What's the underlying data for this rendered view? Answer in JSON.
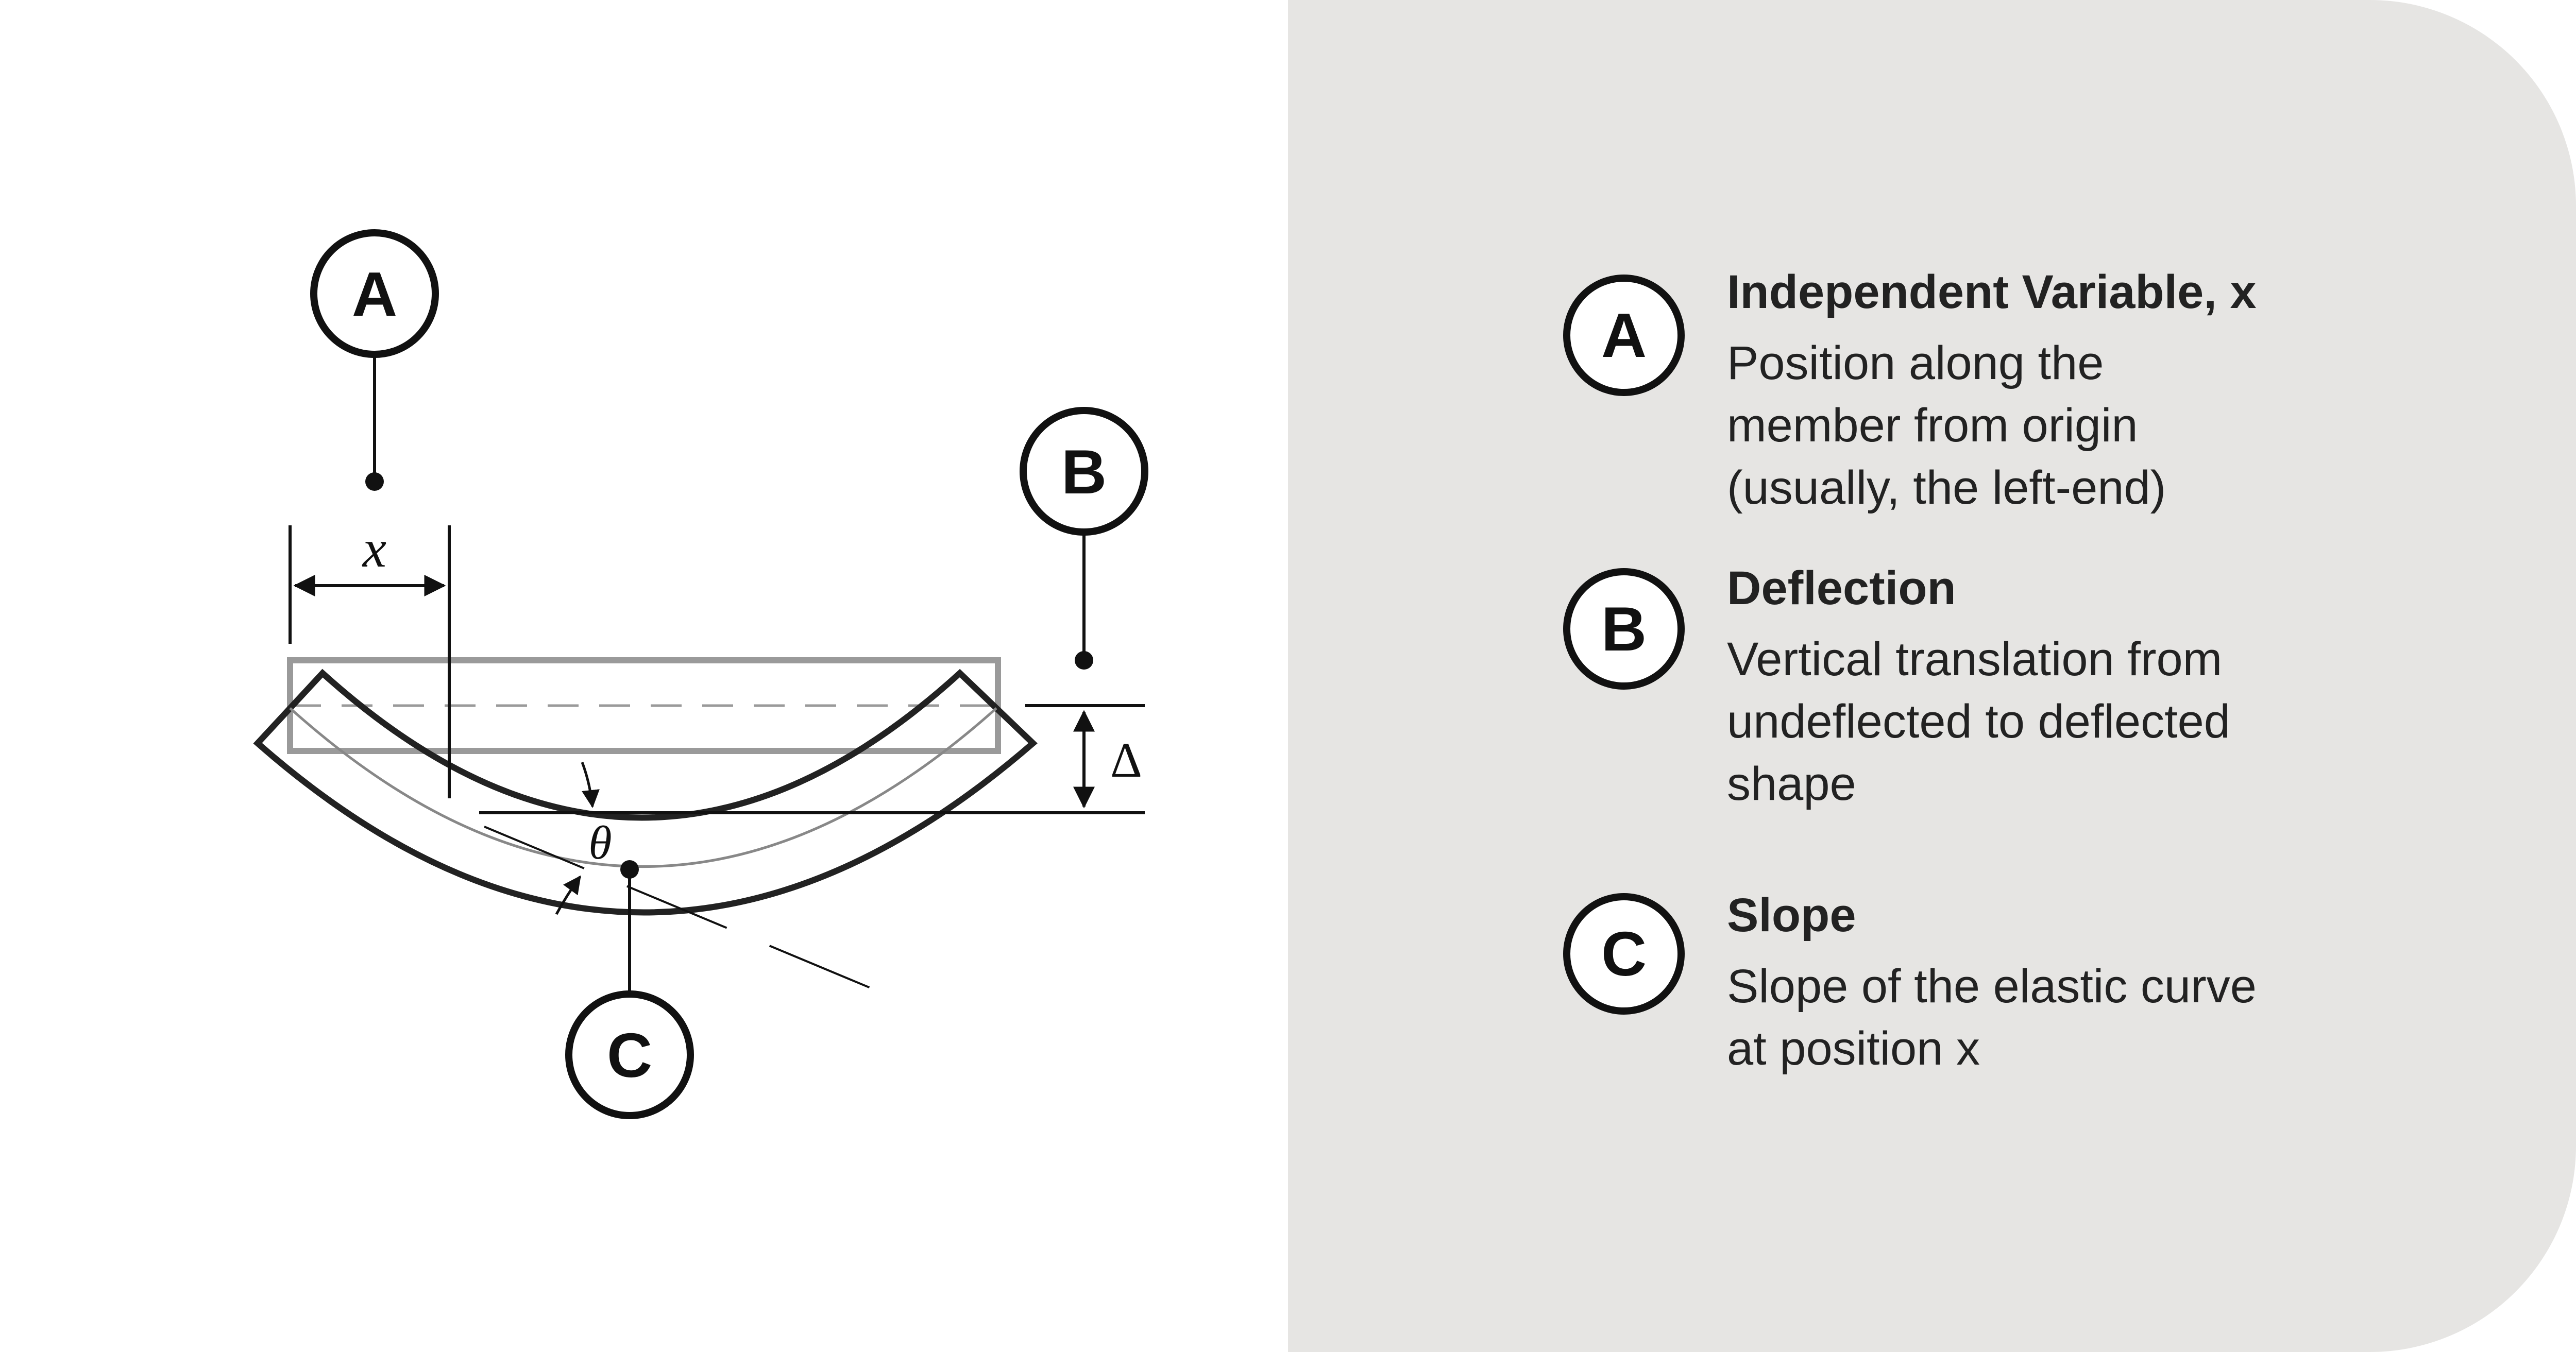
{
  "diagram": {
    "callouts": {
      "a": "A",
      "b": "B",
      "c": "C"
    },
    "x_label": "x",
    "delta_label": "Δ",
    "theta_label": "θ"
  },
  "legend": [
    {
      "badge": "A",
      "title": "Independent Variable, x",
      "lines": [
        "Position along the",
        "member from origin",
        "(usually, the left-end)"
      ]
    },
    {
      "badge": "B",
      "title": "Deflection",
      "lines": [
        "Vertical translation from",
        "undeflected to deflected",
        "shape"
      ]
    },
    {
      "badge": "C",
      "title": "Slope",
      "lines": [
        "Slope of the elastic curve",
        "at position x"
      ]
    }
  ],
  "colors": {
    "ink": "#111111",
    "panel": "#e6e5e3",
    "undeflected_beam": "#9a9a9a"
  }
}
